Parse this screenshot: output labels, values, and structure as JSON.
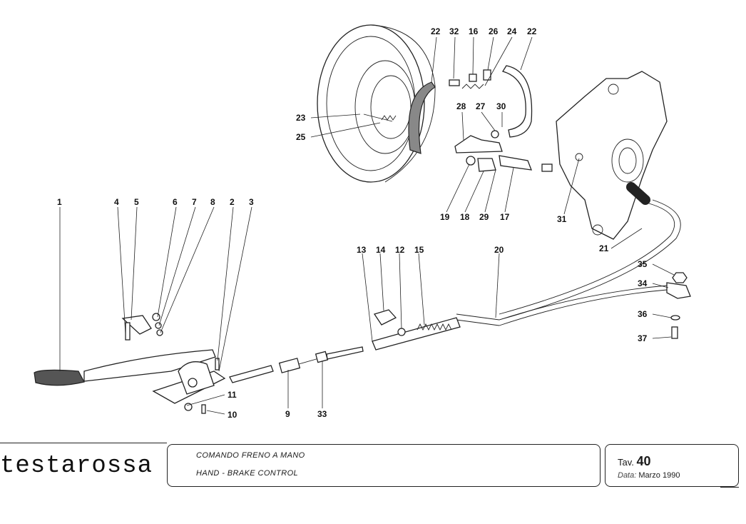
{
  "callouts": {
    "c1": "1",
    "c2": "2",
    "c3": "3",
    "c4": "4",
    "c5": "5",
    "c6": "6",
    "c7": "7",
    "c8": "8",
    "c9": "9",
    "c10": "10",
    "c11": "11",
    "c12": "12",
    "c13": "13",
    "c14": "14",
    "c15": "15",
    "c16": "16",
    "c17": "17",
    "c18": "18",
    "c19": "19",
    "c20": "20",
    "c21": "21",
    "c22a": "22",
    "c22b": "22",
    "c23": "23",
    "c24": "24",
    "c25": "25",
    "c26": "26",
    "c27": "27",
    "c28": "28",
    "c29": "29",
    "c30": "30",
    "c31": "31",
    "c32": "32",
    "c33": "33",
    "c34": "34",
    "c35": "35",
    "c36": "36",
    "c37": "37"
  },
  "title_block": {
    "logo_text": "testarossa",
    "title_it": "COMANDO FRENO A MANO",
    "title_en": "HAND - BRAKE CONTROL",
    "tav_label": "Tav.",
    "tav_number": "40",
    "data_label": "Data:",
    "data_value": "Marzo 1990"
  }
}
